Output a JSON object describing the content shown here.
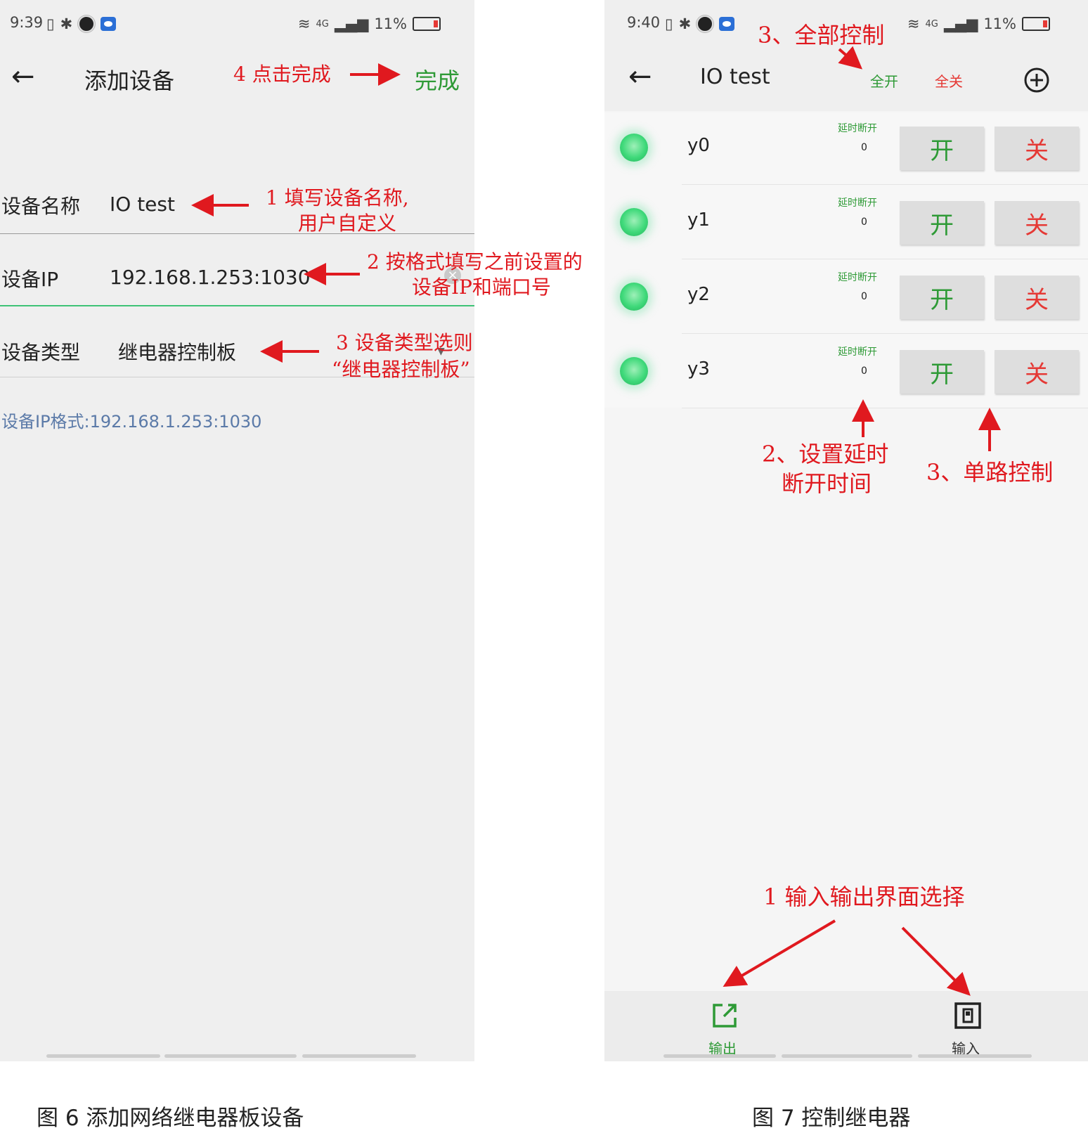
{
  "left_screen": {
    "status": {
      "time": "9:39",
      "signal": "4G",
      "battery": "11%"
    },
    "title": "添加设备",
    "done_label": "完成",
    "fields": {
      "name_label": "设备名称",
      "name_value": "IO test",
      "ip_label": "设备IP",
      "ip_value": "192.168.1.253:1030",
      "type_label": "设备类型",
      "type_value": "继电器控制板"
    },
    "hint": "设备IP格式:192.168.1.253:1030",
    "annotations": {
      "a4": "4  点击完成",
      "a1_line1": "1  填写设备名称,",
      "a1_line2": "用户自定义",
      "a2_line1": "2  按格式填写之前设置的",
      "a2_line2": "设备IP和端口号",
      "a3_line1": "3  设备类型选则",
      "a3_line2": "“继电器控制板”"
    }
  },
  "right_screen": {
    "status": {
      "time": "9:40",
      "signal": "4G",
      "battery": "11%"
    },
    "title": "IO test",
    "all_on": "全开",
    "all_off": "全关",
    "add_icon": "plus-circle-icon",
    "rows": [
      {
        "name": "y0",
        "delay_label": "延时断开",
        "delay_value": "0",
        "on": "开",
        "off": "关"
      },
      {
        "name": "y1",
        "delay_label": "延时断开",
        "delay_value": "0",
        "on": "开",
        "off": "关"
      },
      {
        "name": "y2",
        "delay_label": "延时断开",
        "delay_value": "0",
        "on": "开",
        "off": "关"
      },
      {
        "name": "y3",
        "delay_label": "延时断开",
        "delay_value": "0",
        "on": "开",
        "off": "关"
      }
    ],
    "nav": {
      "output": "输出",
      "input": "输入"
    },
    "annotations": {
      "all_ctrl": "3、全部控制",
      "delay_line1": "2、设置延时",
      "delay_line2": "断开时间",
      "single": "3、单路控制",
      "io_select": "1  输入输出界面选择"
    }
  },
  "captions": {
    "fig6": "图 6  添加网络继电器板设备",
    "fig7": "图 7  控制继电器"
  },
  "colors": {
    "green": "#2e9a36",
    "red": "#e53935",
    "annotation": "#e0191f",
    "hint": "#5b7aa8"
  }
}
